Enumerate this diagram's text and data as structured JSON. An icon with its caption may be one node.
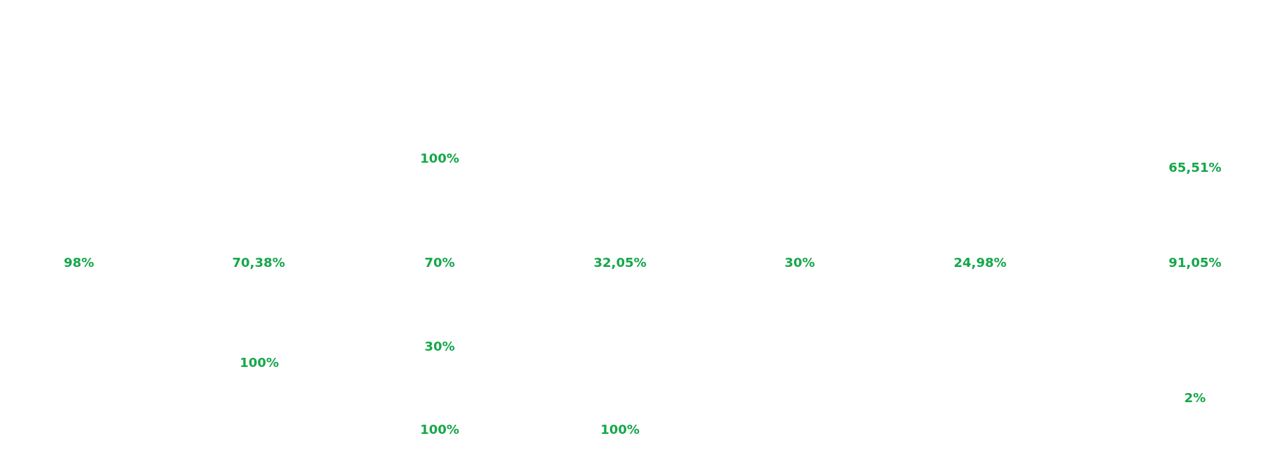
{
  "diagram": {
    "labels": [
      "100%",
      "65,51%",
      "98%",
      "70,38%",
      "70%",
      "32,05%",
      "30%",
      "24,98%",
      "91,05%",
      "30%",
      "100%",
      "2%",
      "100%",
      "100%"
    ]
  }
}
